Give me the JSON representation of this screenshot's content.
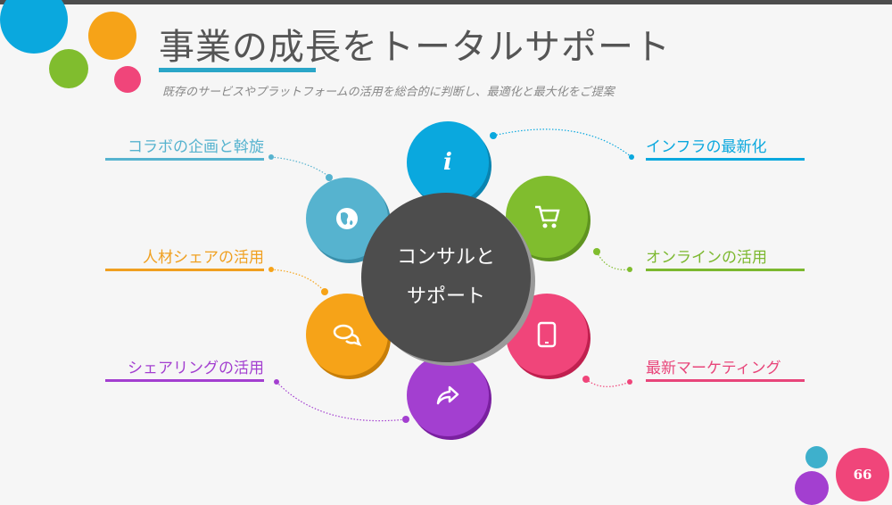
{
  "title": "事業の成長をトータルサポート",
  "subtitle": "既存のサービスやプラットフォームの活用を総合的に判断し、最適化と最大化をご提案",
  "center": {
    "line1": "コンサルと",
    "line2": "サポート"
  },
  "labels": {
    "collab": "コラボの企画と斡旋",
    "talent": "人材シェアの活用",
    "sharing": "シェアリングの活用",
    "infra": "インフラの最新化",
    "online": "オンラインの活用",
    "marketing": "最新マーケティング"
  },
  "page_number": "66",
  "colors": {
    "blue": "#0aa8de",
    "green": "#80bd2e",
    "pink": "#f0457a",
    "purple": "#a33fd0",
    "orange": "#f6a318",
    "lightblue": "#56b3cf",
    "dark": "#4d4d4d"
  }
}
